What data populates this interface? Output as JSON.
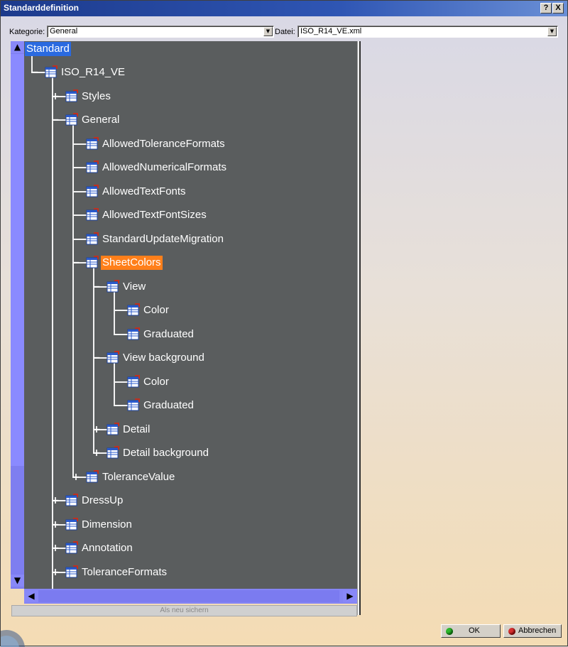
{
  "window": {
    "title": "Standarddefinition",
    "help_label": "?",
    "close_label": "X"
  },
  "toolbar": {
    "category_label": "Kategorie:",
    "category_value": "General",
    "file_label": "Datei:",
    "file_value": "ISO_R14_VE.xml"
  },
  "tree": {
    "root_label": "Standard",
    "nodes": [
      {
        "label": "ISO_R14_VE",
        "expander": "−",
        "depth": 0,
        "icon": "table-icon"
      },
      {
        "label": "Styles",
        "expander": "+",
        "depth": 1,
        "icon": "table-icon"
      },
      {
        "label": "General",
        "expander": "−",
        "depth": 1,
        "icon": "table-icon"
      },
      {
        "label": "AllowedToleranceFormats",
        "expander": "",
        "depth": 2,
        "icon": "table-icon"
      },
      {
        "label": "AllowedNumericalFormats",
        "expander": "",
        "depth": 2,
        "icon": "table-icon"
      },
      {
        "label": "AllowedTextFonts",
        "expander": "",
        "depth": 2,
        "icon": "table-icon"
      },
      {
        "label": "AllowedTextFontSizes",
        "expander": "",
        "depth": 2,
        "icon": "table-icon"
      },
      {
        "label": "StandardUpdateMigration",
        "expander": "",
        "depth": 2,
        "icon": "table-icon"
      },
      {
        "label": "SheetColors",
        "expander": "−",
        "depth": 2,
        "icon": "table-icon",
        "selected": true
      },
      {
        "label": "View",
        "expander": "−",
        "depth": 3,
        "icon": "table-icon"
      },
      {
        "label": "Color",
        "expander": "",
        "depth": 4,
        "icon": "table-icon"
      },
      {
        "label": "Graduated",
        "expander": "",
        "depth": 4,
        "icon": "table-icon"
      },
      {
        "label": "View background",
        "expander": "−",
        "depth": 3,
        "icon": "table-icon"
      },
      {
        "label": "Color",
        "expander": "",
        "depth": 4,
        "icon": "table-icon"
      },
      {
        "label": "Graduated",
        "expander": "",
        "depth": 4,
        "icon": "table-icon"
      },
      {
        "label": "Detail",
        "expander": "+",
        "depth": 3,
        "icon": "table-icon"
      },
      {
        "label": "Detail background",
        "expander": "+",
        "depth": 3,
        "icon": "table-icon"
      },
      {
        "label": "ToleranceValue",
        "expander": "+",
        "depth": 2,
        "icon": "table-icon"
      },
      {
        "label": "DressUp",
        "expander": "+",
        "depth": 1,
        "icon": "table-icon"
      },
      {
        "label": "Dimension",
        "expander": "+",
        "depth": 1,
        "icon": "table-icon"
      },
      {
        "label": "Annotation",
        "expander": "+",
        "depth": 1,
        "icon": "table-icon"
      },
      {
        "label": "ToleranceFormats",
        "expander": "+",
        "depth": 1,
        "icon": "table-icon"
      }
    ]
  },
  "scroll": {
    "up": "▲",
    "down": "▼",
    "left": "◀",
    "right": "▶"
  },
  "actions": {
    "save_as_new": "Als neu sichern",
    "ok": "OK",
    "cancel": "Abbrechen"
  },
  "colors": {
    "tree_background": "#5a5d5e",
    "selection_orange": "#ff7f1a",
    "root_selection_blue": "#2a6ae0",
    "ok_dot": "#2db82d",
    "cancel_dot": "#d63030"
  }
}
